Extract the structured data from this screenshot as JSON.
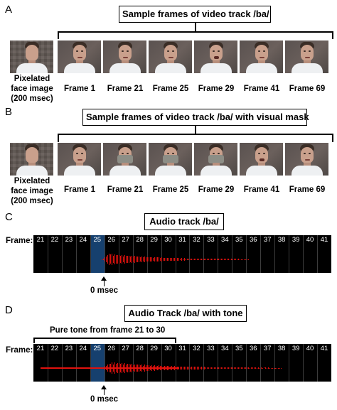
{
  "panel_a": {
    "letter": "A",
    "title": "Sample frames of video track /ba/",
    "pixelated_label": [
      "Pixelated",
      "face image",
      "(200 msec)"
    ],
    "frames": [
      "Frame 1",
      "Frame 21",
      "Frame 25",
      "Frame 29",
      "Frame 41",
      "Frame 69"
    ]
  },
  "panel_b": {
    "letter": "B",
    "title": "Sample frames of video track /ba/ with visual mask",
    "pixelated_label": [
      "Pixelated",
      "face image",
      "(200 msec)"
    ],
    "frames": [
      "Frame 1",
      "Frame 21",
      "Frame 25",
      "Frame 29",
      "Frame 41",
      "Frame 69"
    ]
  },
  "panel_c": {
    "letter": "C",
    "title": "Audio track /ba/",
    "frame_word": "Frame:",
    "frame_numbers": [
      "21",
      "22",
      "23",
      "24",
      "25",
      "26",
      "27",
      "28",
      "29",
      "30",
      "31",
      "32",
      "33",
      "34",
      "35",
      "36",
      "37",
      "38",
      "39",
      "40",
      "41"
    ],
    "zero_label": "0 msec"
  },
  "panel_d": {
    "letter": "D",
    "title": "Audio Track /ba/ with tone",
    "tone_label": "Pure tone from frame 21 to 30",
    "frame_word": "Frame:",
    "frame_numbers": [
      "21",
      "22",
      "23",
      "24",
      "25",
      "26",
      "27",
      "28",
      "29",
      "30",
      "31",
      "32",
      "33",
      "34",
      "35",
      "36",
      "37",
      "38",
      "39",
      "40",
      "41"
    ],
    "zero_label": "0 msec"
  },
  "colors": {
    "waveform": "#e2120e",
    "highlight_frame": "#16406e",
    "strip_background": "#000000"
  }
}
